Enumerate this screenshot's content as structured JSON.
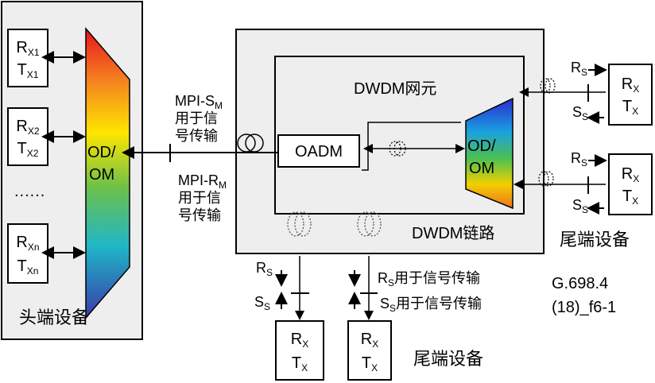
{
  "head_end": {
    "title": "头端设备",
    "transceivers": [
      {
        "r": "R",
        "r_sub": "X1",
        "t": "T",
        "t_sub": "X1"
      },
      {
        "r": "R",
        "r_sub": "X2",
        "t": "T",
        "t_sub": "X2"
      },
      {
        "r": "R",
        "r_sub": "Xn",
        "t": "T",
        "t_sub": "Xn"
      }
    ],
    "ellipsis": "......",
    "odom_line1": "OD/",
    "odom_line2": "OM"
  },
  "mpi": {
    "s_prefix": "MPI-S",
    "s_sub": "M",
    "s_line2": "用于信",
    "s_line3": "号传输",
    "r_prefix": "MPI-R",
    "r_sub": "M",
    "r_line2": "用于信",
    "r_line3": "号传输"
  },
  "dwdm": {
    "ne_title": "DWDM网元",
    "link_title": "DWDM链路",
    "oadm": "OADM",
    "odom_line1": "OD/",
    "odom_line2": "OM"
  },
  "right_tail": {
    "rs": "R",
    "rs_sub": "S",
    "ss": "S",
    "ss_sub": "S",
    "device": {
      "r": "R",
      "r_sub": "X",
      "t": "T",
      "t_sub": "X"
    },
    "title": "尾端设备"
  },
  "bottom_tail": {
    "rs": "R",
    "rs_sub": "S",
    "ss": "S",
    "ss_sub": "S",
    "rs_text": "用于信号传输",
    "ss_text": "用于信号传输",
    "device": {
      "r": "R",
      "r_sub": "X",
      "t": "T",
      "t_sub": "X"
    },
    "title": "尾端设备"
  },
  "figure_id_line1": "G.698.4",
  "figure_id_line2": "(18)_f6-1"
}
